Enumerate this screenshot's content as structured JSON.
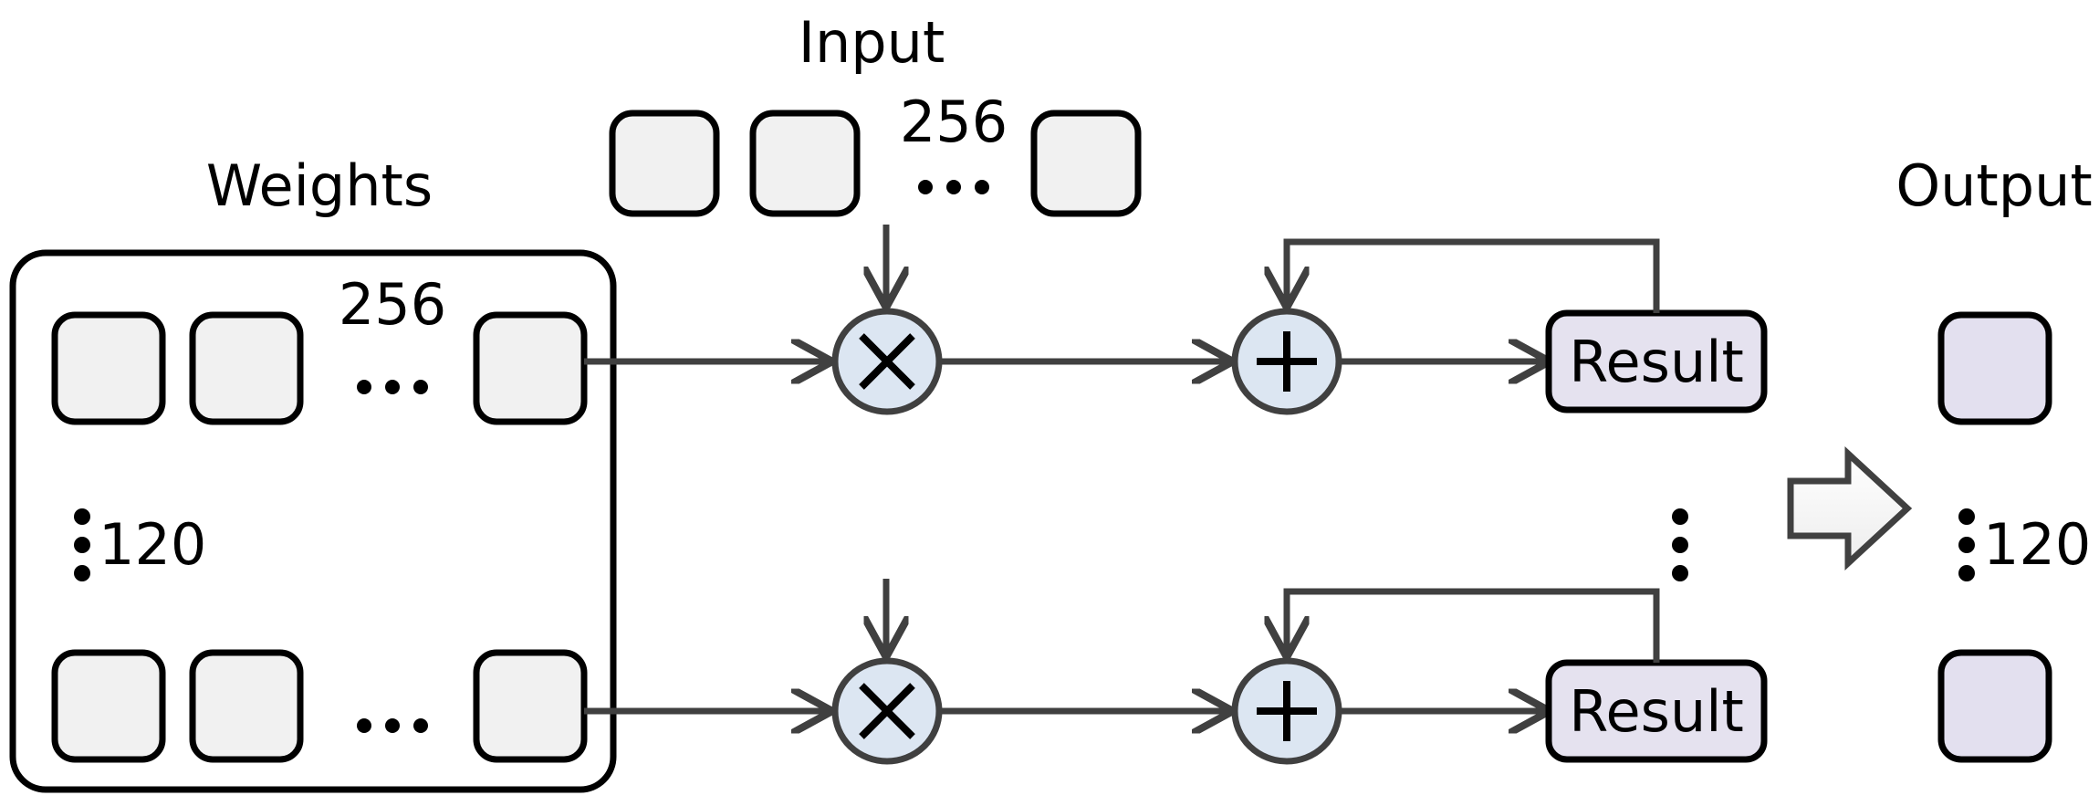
{
  "figure": {
    "title": "Weighted multiply-accumulate array diagram",
    "colors": {
      "cell_fill": "#f1f1f1",
      "output_fill": "#e3e0ef",
      "result_fill": "#e5e2ef",
      "op_fill": "#dce6f2",
      "wire": "#404040",
      "outline": "#000000"
    }
  },
  "weights": {
    "label": "Weights",
    "count_label": "256",
    "h_ellipsis": "•••",
    "row_count_label": "120",
    "v_ellipsis": "⋮",
    "rows": [
      {
        "cells": [
          "",
          "",
          ""
        ]
      },
      {
        "cells": [
          "",
          "",
          ""
        ]
      }
    ]
  },
  "input": {
    "label": "Input",
    "count_label": "256",
    "h_ellipsis": "•••",
    "cells": [
      "",
      "",
      ""
    ]
  },
  "pipeline": {
    "rows": [
      {
        "multiply_symbol": "×",
        "multiply_name": "multiply",
        "add_symbol": "+",
        "add_name": "add",
        "result_label": "Result"
      },
      {
        "multiply_symbol": "×",
        "multiply_name": "multiply",
        "add_symbol": "+",
        "add_name": "add",
        "result_label": "Result"
      }
    ],
    "v_ellipsis": "⋮"
  },
  "output": {
    "label": "Output",
    "row_count_label": "120",
    "v_ellipsis": "⋮",
    "cells": [
      "",
      ""
    ],
    "arrow_name": "block-arrow-right"
  }
}
